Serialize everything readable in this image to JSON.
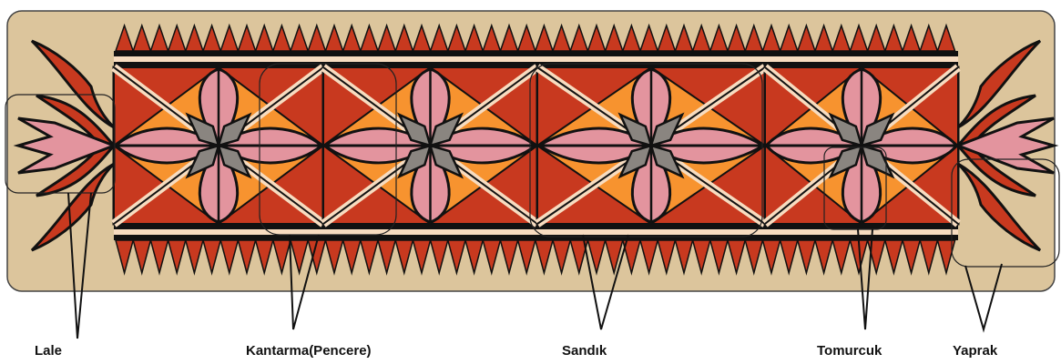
{
  "labels": {
    "lale": "Lale",
    "kantarma": "Kantarma(Pencere)",
    "sandik": "Sandık",
    "tomurcuk": "Tomurcuk",
    "yaprak": "Yaprak"
  },
  "colors": {
    "background": "#dcc59c",
    "dark_red": "#c8391f",
    "orange": "#f7932f",
    "pink": "#e3949e",
    "cream": "#f7dcc0",
    "gray": "#8a8580",
    "outline": "#111111"
  }
}
